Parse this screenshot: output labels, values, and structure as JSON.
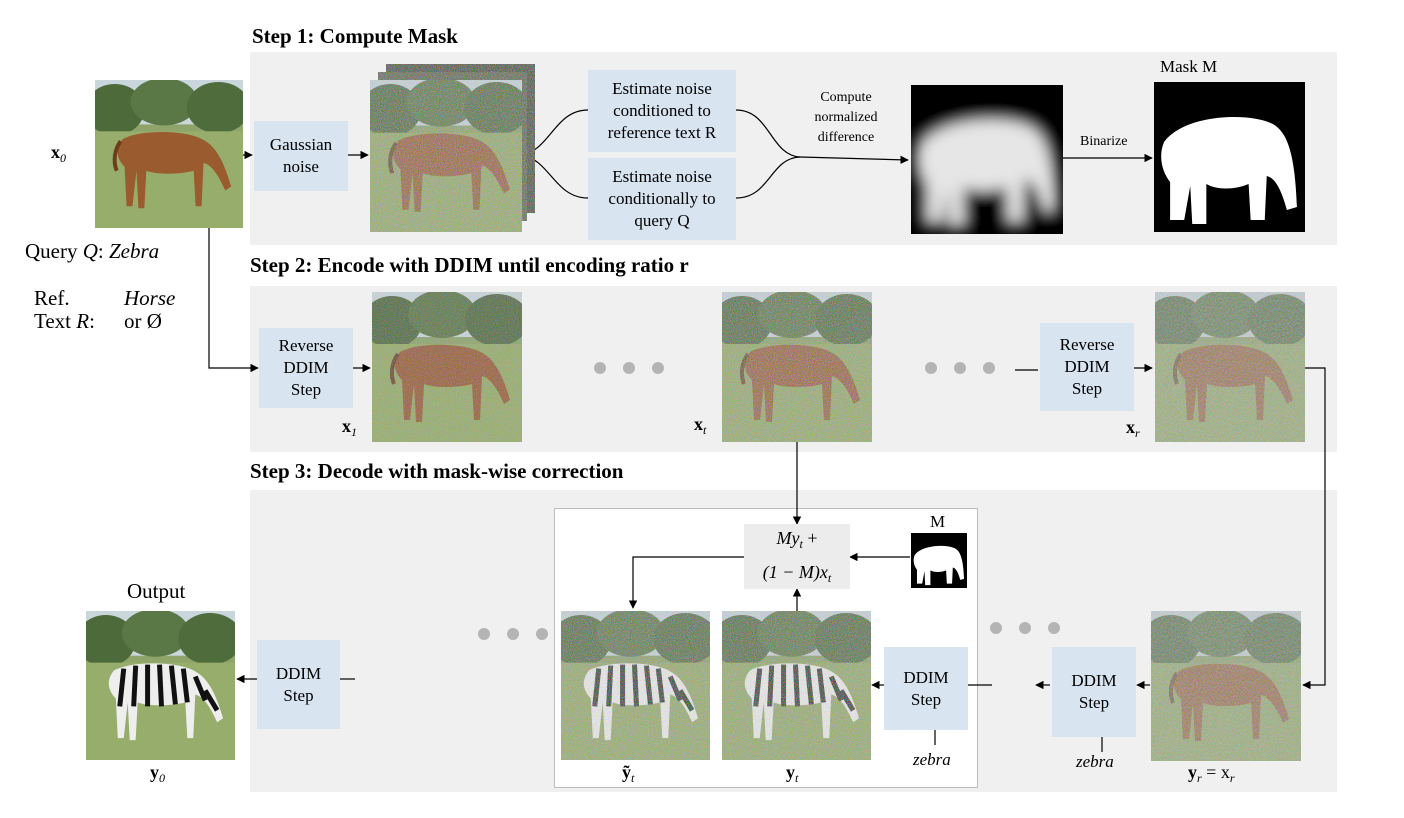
{
  "colors": {
    "panel": "#f0f0f0",
    "box": "#d9e4f1",
    "dots": "#b4b4b4"
  },
  "step1": {
    "title": "Step 1: Compute Mask",
    "gaussian": "Gaussian\nnoise",
    "est_ref": "Estimate noise\nconditioned to\nreference text R",
    "est_query": "Estimate noise\nconditionally to\nquery Q",
    "compute": "Compute\nnormalized\ndifference",
    "binarize": "Binarize",
    "mask_label": "Mask M"
  },
  "step2": {
    "title": "Step 2: Encode with DDIM until encoding ratio r",
    "reverse_ddim": "Reverse\nDDIM\nStep"
  },
  "step3": {
    "title": "Step 3: Decode with mask-wise correction",
    "ddim": "DDIM\nStep",
    "zebra": "zebra",
    "m_label": "M"
  },
  "left": {
    "x0_label": "x",
    "x0_sub": "0",
    "query_prefix": "Query ",
    "query_var": "Q",
    "query_colon": ": ",
    "query_value": "Zebra",
    "ref_line1": "Ref.",
    "ref_line2_a": "Text ",
    "ref_var": "R",
    "ref_colon": ":",
    "ref_value1": "Horse",
    "ref_value2": "or Ø",
    "output_label": "Output",
    "y0_label": "y",
    "y0_sub": "0"
  },
  "labels": {
    "x1": "x",
    "x1_sub": "1",
    "xt": "x",
    "xt_sub": "t",
    "xr": "x",
    "xr_sub": "r",
    "yt_tilde": "ỹ",
    "yt_tilde_sub": "t",
    "yt": "y",
    "yt_sub": "t",
    "yr": "y",
    "yr_sub": "r",
    "yr_eq": " = x",
    "yr_eq_sub": "r"
  },
  "formula": {
    "line1": "My",
    "line1_sub": "t",
    "line1_end": " +",
    "line2": "(1 − M)x",
    "line2_sub": "t"
  }
}
